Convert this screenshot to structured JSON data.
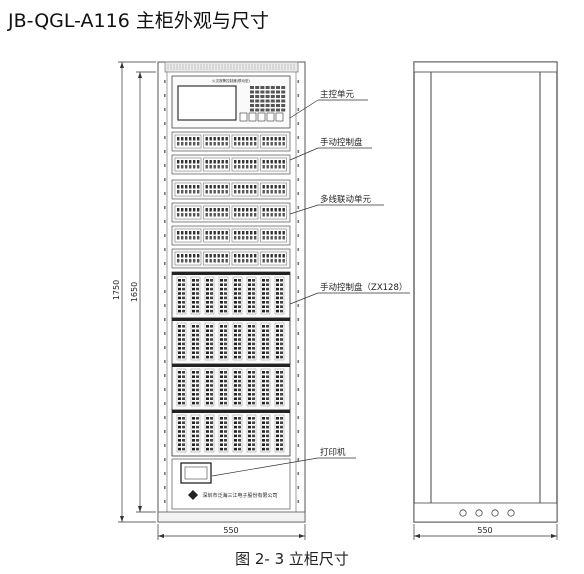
{
  "title": "JB-QGL-A116 主柜外观与尺寸",
  "caption": "图  2-  3    立柜尺寸",
  "labels": {
    "main_control": "主控单元",
    "manual_panel": "手动控制盘",
    "multiline_unit": "多线联动单元",
    "manual_panel_zx": "手动控制盘（ZX128）",
    "printer": "打印机"
  },
  "dimensions": {
    "total_height": "1750",
    "inner_height": "1650",
    "front_width": "550",
    "side_width": "550"
  },
  "panel_header_text": "火灾报警控制器(联动型)",
  "manufacturer_text": "深圳市泛海三江电子股份有限公司",
  "icons": [
    "diamond-logo-icon",
    "printer-icon"
  ]
}
